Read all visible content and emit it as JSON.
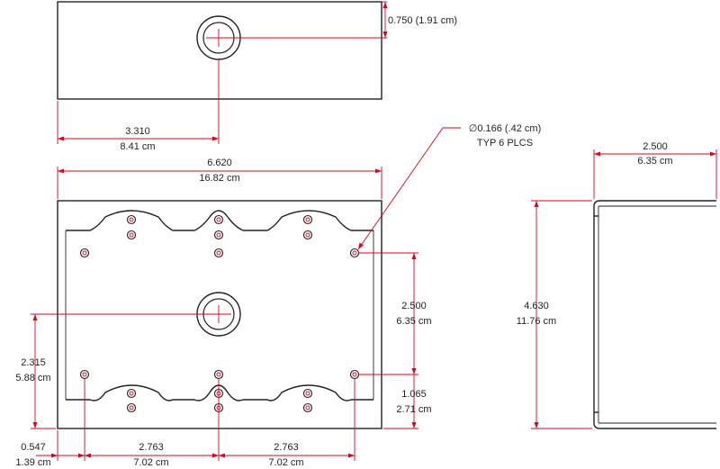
{
  "top_view": {
    "knockout_offset_in": "0.750",
    "knockout_offset_cm": "(1.91 cm)",
    "knockout_x_in": "3.310",
    "knockout_x_cm": "8.41 cm"
  },
  "front_view": {
    "width_in": "6.620",
    "width_cm": "16.82 cm",
    "hole_callout_line1": "∅0.166 (.42 cm)",
    "hole_callout_line2": "TYP 6 PLCS",
    "hole_spacing_v_in": "2.500",
    "hole_spacing_v_cm": "6.35 cm",
    "knockout_height_in": "2.315",
    "knockout_height_cm": "5.88 cm",
    "hole_row_height_in": "1.065",
    "hole_row_height_cm": "2.71 cm",
    "edge_offset_in": "0.547",
    "edge_offset_cm": "1.39 cm",
    "hole_pitch_left_in": "2.763",
    "hole_pitch_left_cm": "7.02 cm",
    "hole_pitch_right_in": "2.763",
    "hole_pitch_right_cm": "7.02 cm"
  },
  "side_view": {
    "depth_in": "2.500",
    "depth_cm": "6.35 cm",
    "height_in": "4.630",
    "height_cm": "11.76 cm"
  }
}
